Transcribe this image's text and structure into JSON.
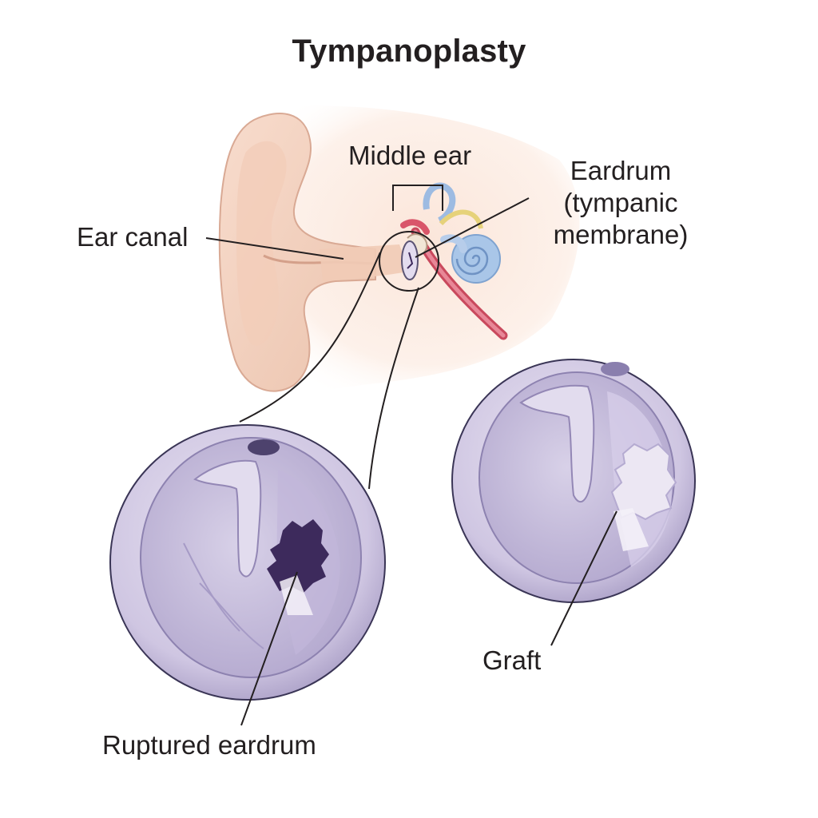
{
  "title": "Tympanoplasty",
  "labels": {
    "middle_ear": "Middle ear",
    "eardrum_line1": "Eardrum",
    "eardrum_line2": "(tympanic",
    "eardrum_line3": "membrane)",
    "ear_canal": "Ear canal",
    "ruptured_eardrum": "Ruptured eardrum",
    "graft": "Graft"
  },
  "colors": {
    "skin": "#f6d9c8",
    "skin_shadow": "#e2b8a4",
    "eardrum_disc": "#cfc6e2",
    "eardrum_rim": "#3a3556",
    "rupture_hole": "#3d2a5c",
    "graft_patch": "#ece7f3",
    "cochlea_blue": "#a9c6e8",
    "nerve_red": "#d9566a"
  }
}
